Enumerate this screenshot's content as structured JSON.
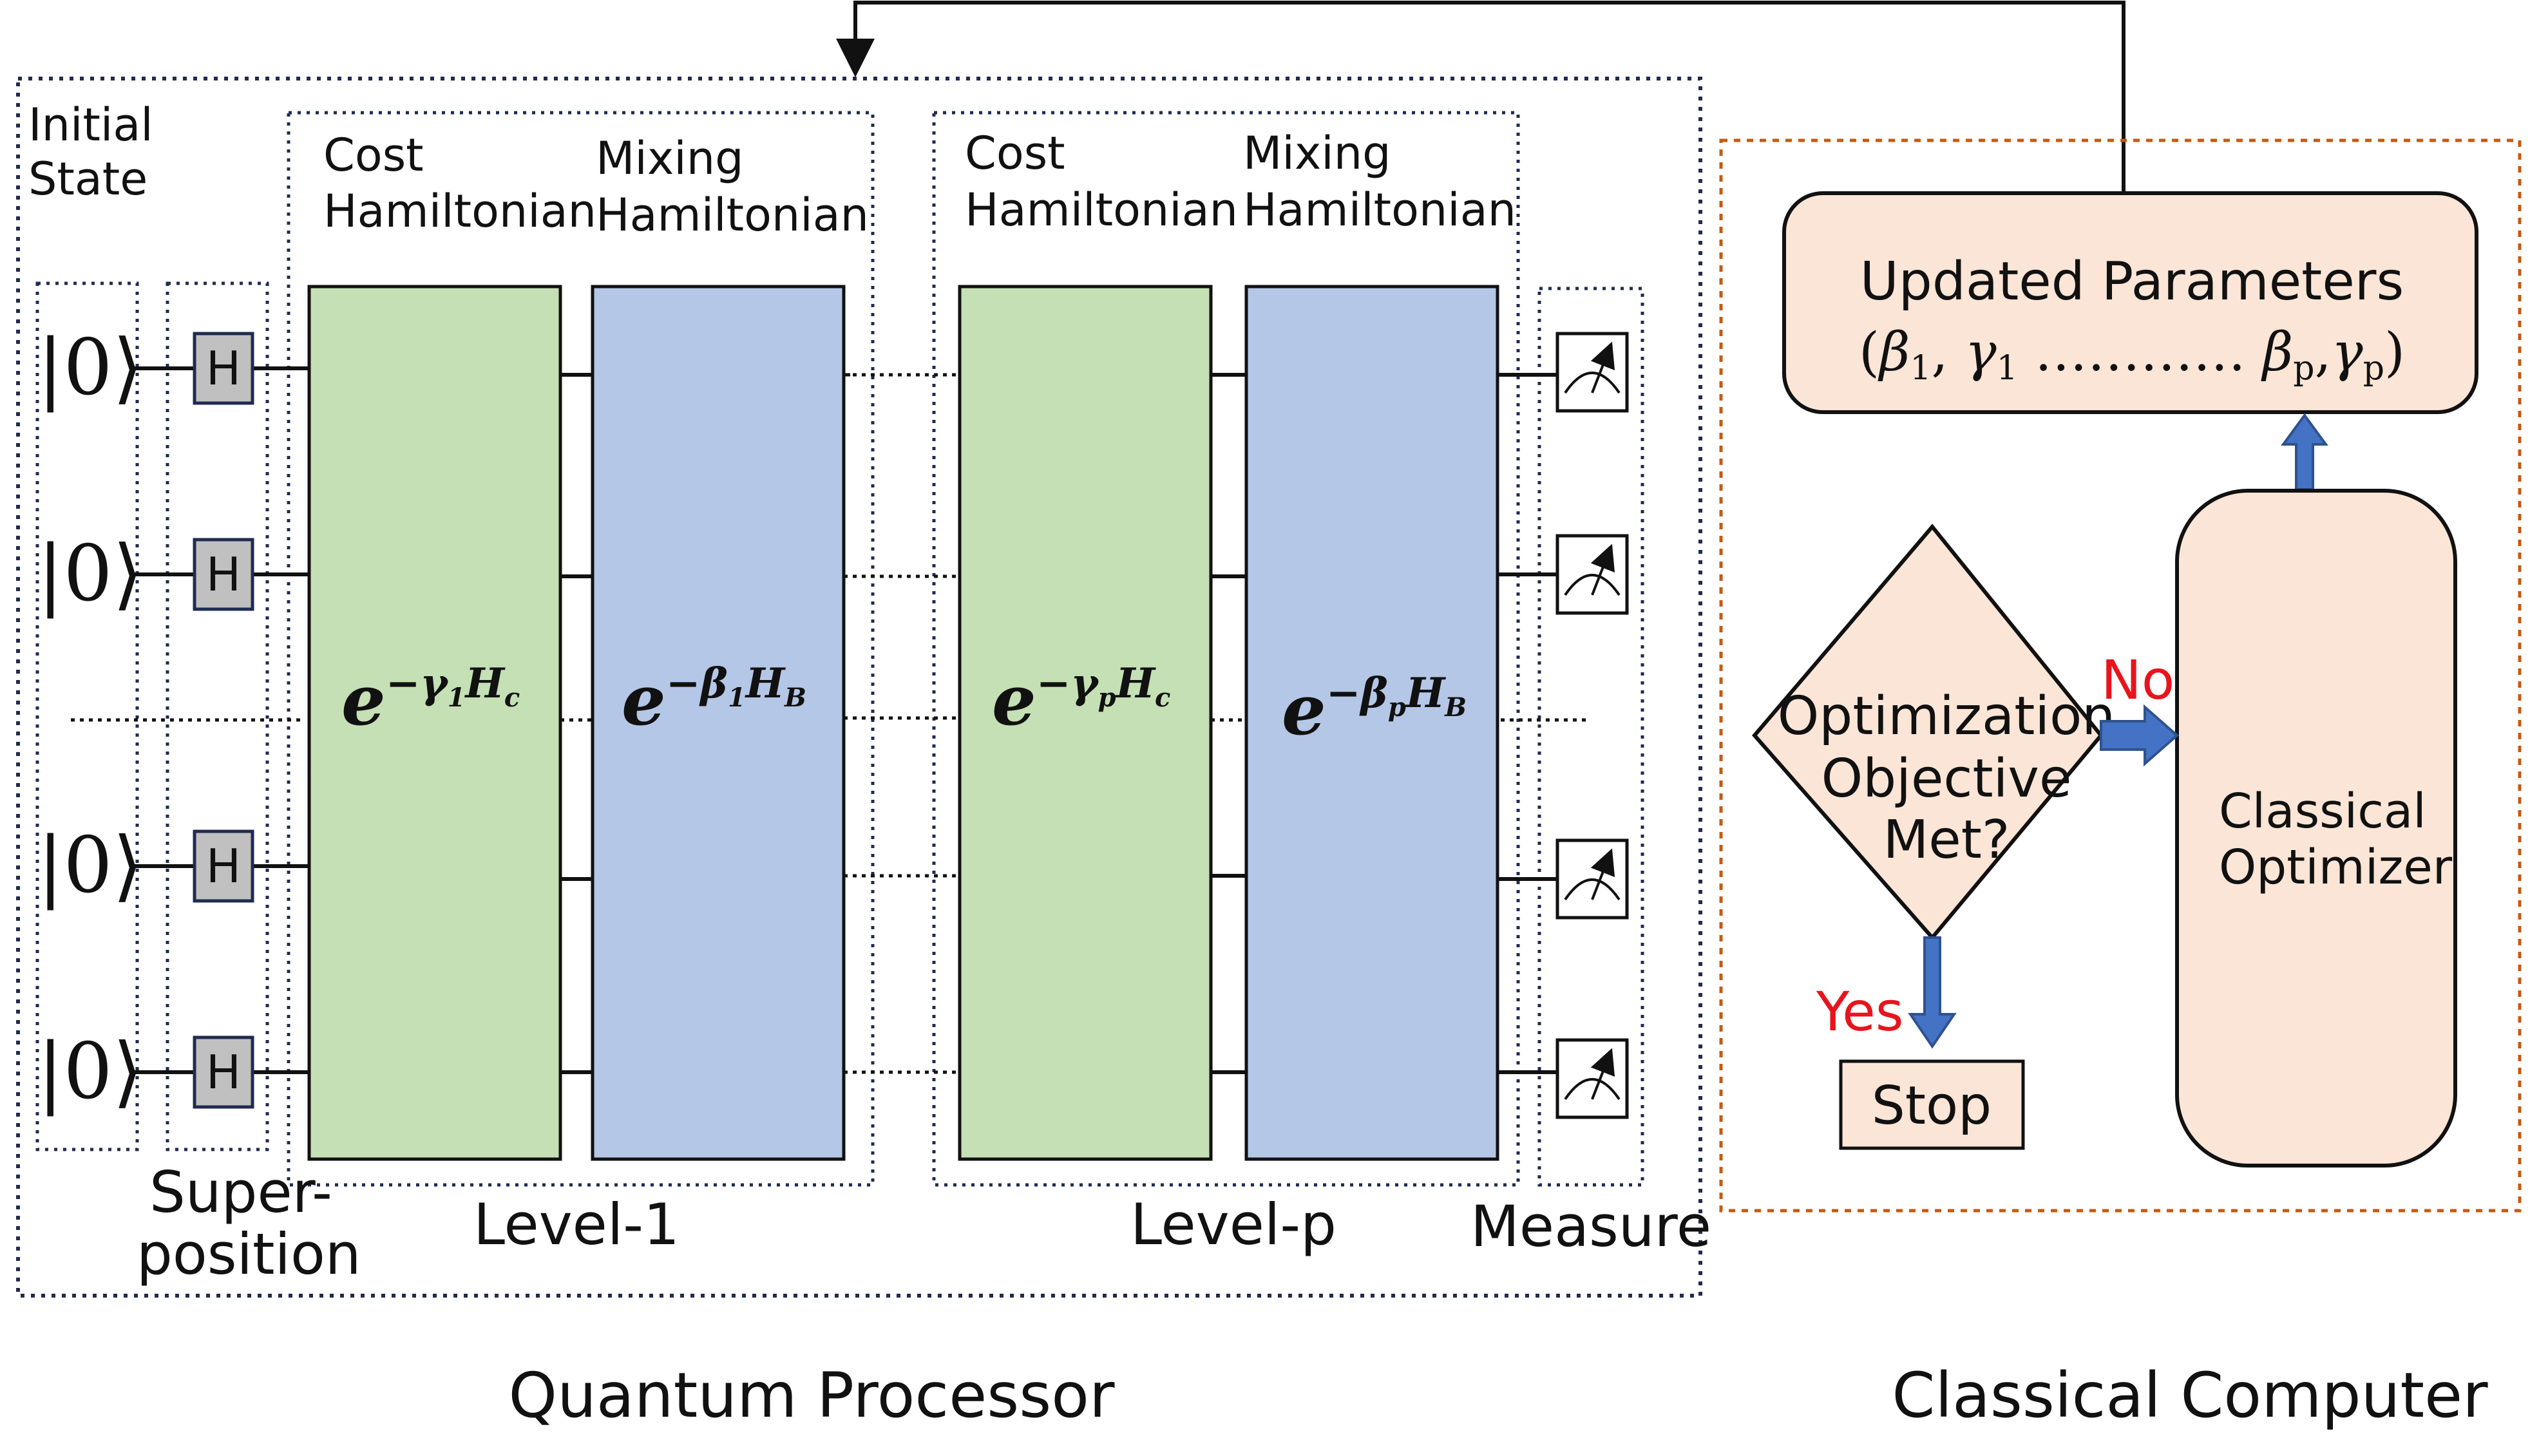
{
  "quantum": {
    "initial_state": [
      "Initial",
      "State"
    ],
    "ket": "|0⟩",
    "hadamard": "H",
    "superposition": [
      "Super-",
      "position"
    ],
    "level1": {
      "cost": [
        "Cost",
        "Hamiltonian"
      ],
      "mixing": [
        "Mixing",
        "Hamiltonian"
      ],
      "cost_exp": {
        "base": "e",
        "sup": "−γ",
        "sub1": "1",
        "op": "H",
        "sub2": "c"
      },
      "mixing_exp": {
        "base": "e",
        "sup": "−β",
        "sub1": "1",
        "op": "H",
        "sub2": "B"
      },
      "label": "Level-1"
    },
    "levelp": {
      "cost": [
        "Cost",
        "Hamiltonian"
      ],
      "mixing": [
        "Mixing",
        "Hamiltonian"
      ],
      "cost_exp": {
        "base": "e",
        "sup": "−γ",
        "sub1": "p",
        "op": "H",
        "sub2": "c"
      },
      "mixing_exp": {
        "base": "e",
        "sup": "−β",
        "sub1": "p",
        "op": "H",
        "sub2": "B"
      },
      "label": "Level-p"
    },
    "measure": "Measure",
    "caption": "Quantum Processor"
  },
  "classical": {
    "updated_title": "Updated Parameters",
    "params": {
      "open": "(",
      "b1": "β",
      "s1": "1",
      "comma1": ", ",
      "g1": "γ",
      "s2": "1",
      "dots": " ………… ",
      "bp": "β",
      "s3": "p",
      "comma2": ",",
      "gp": "γ",
      "s4": "p",
      "close": ")"
    },
    "decision": [
      "Optimization",
      "Objective",
      "Met?"
    ],
    "no": "No",
    "yes": "Yes",
    "stop": "Stop",
    "optimizer": [
      "Classical",
      "Optimizer"
    ],
    "caption": "Classical Computer"
  },
  "colors": {
    "cost_fill": "#c5e0b4",
    "mixing_fill": "#b4c7e7",
    "peach_fill": "#fbe5d6",
    "arrow_fill": "#4472c4",
    "gate_fill": "#c0c0c0",
    "red": "#e8141c",
    "navy": "#1f2b50",
    "orange": "#c55a11"
  }
}
